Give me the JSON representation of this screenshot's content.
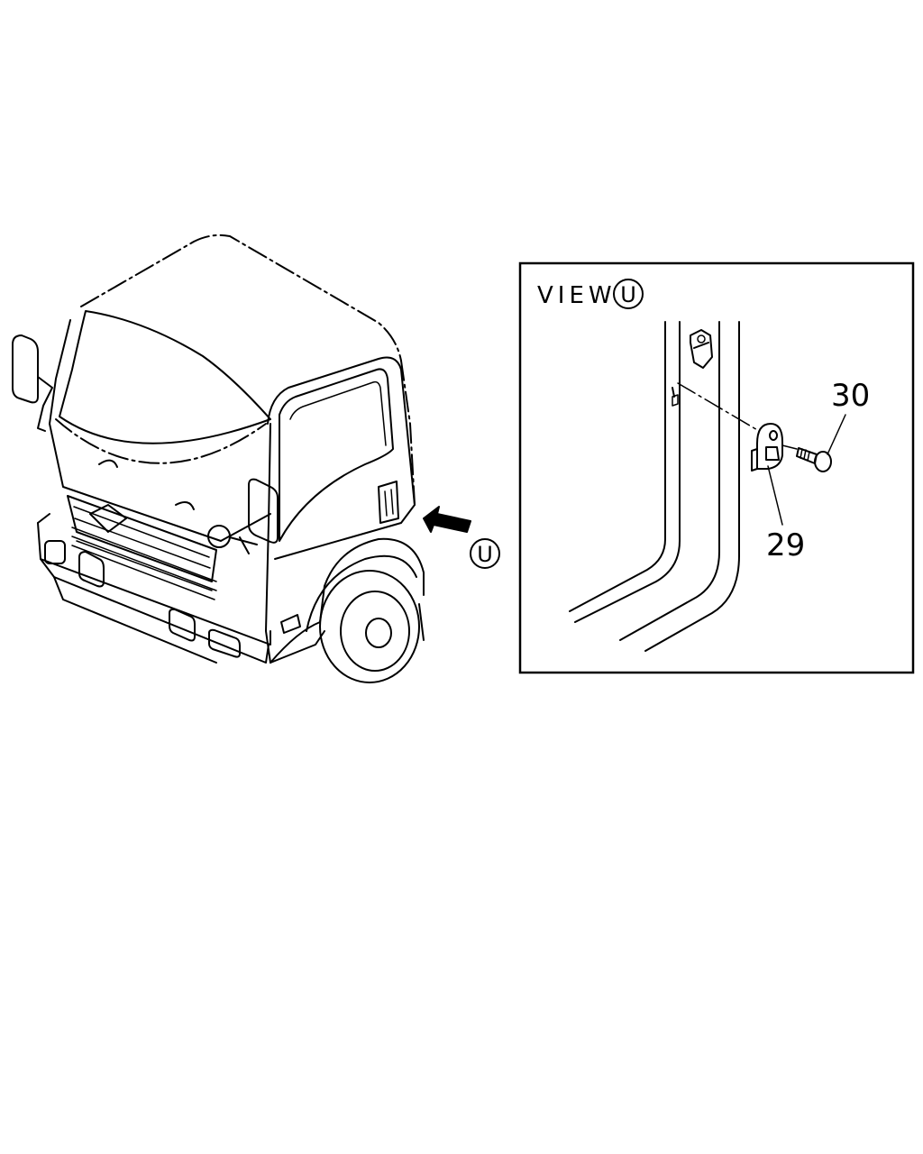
{
  "diagram": {
    "view_label": "VIEW",
    "view_letter": "U",
    "arrow_letter": "U",
    "callouts": [
      {
        "id": "callout-29",
        "text": "29"
      },
      {
        "id": "callout-30",
        "text": "30"
      }
    ]
  }
}
